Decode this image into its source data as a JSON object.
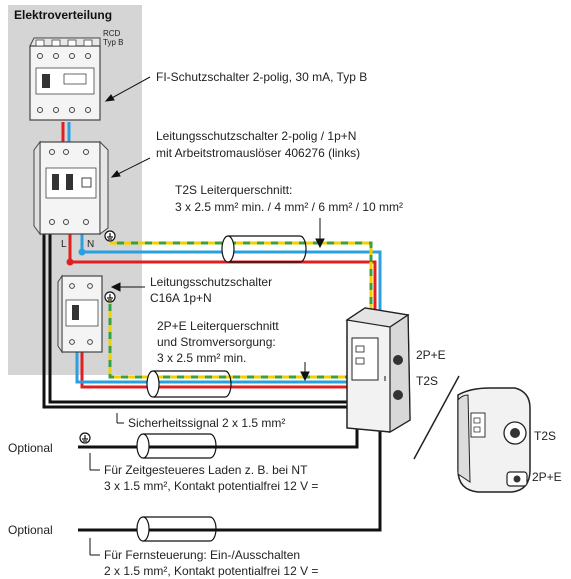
{
  "panel_title": "Elektroverteilung",
  "rcd_tag": [
    "RCD",
    "Typ B"
  ],
  "labels": {
    "fi": "FI-Schutzschalter 2-polig, 30 mA, Typ B",
    "ls_line1": "Leitungsschutzschalter 2-polig / 1p+N",
    "ls_line2": "mit Arbeitstromauslöser 406276 (links)",
    "t2s_cs_line1": "T2S Leiterquerschnitt:",
    "t2s_cs_line2": "3 x 2.5 mm² min. / 4 mm² / 6 mm² / 10 mm²",
    "terminal_l": "L",
    "terminal_n": "N",
    "c16a_line1": "Leitungsschutzschalter",
    "c16a_line2": "C16A 1p+N",
    "pe_line1": "2P+E Leiterquerschnitt",
    "pe_line2": "und Stromversorgung:",
    "pe_line3": "3 x 2.5 mm² min.",
    "safety": "Sicherheitssignal 2 x 1.5 mm²",
    "optional_1": "Optional",
    "timed_line1": "Für Zeitgesteueres Laden z. B. bei NT",
    "timed_line2": "3 x 1.5 mm², Kontakt potentialfrei 12 V =",
    "optional_2": "Optional",
    "remote_line1": "Für Fernsteuerung: Ein-/Ausschalten",
    "remote_line2": "2 x 1.5 mm², Kontakt potentialfrei 12 V =",
    "socket_2pe": "2P+E",
    "socket_t2s": "T2S",
    "right_t2s": "T2S",
    "right_2pe": "2P+E"
  },
  "colors": {
    "panel_bg": "#d5d5d5",
    "wire_phase": "#e02020",
    "wire_neutral": "#2aa0e0",
    "wire_signal": "#111111",
    "wire_earth_green": "#3aa040",
    "wire_earth_yellow": "#f0d000"
  },
  "icons": [
    "earth-symbol-icon",
    "rcd-device-icon",
    "circuit-breaker-icon",
    "wallbox-icon",
    "wallbox-side-icon"
  ]
}
